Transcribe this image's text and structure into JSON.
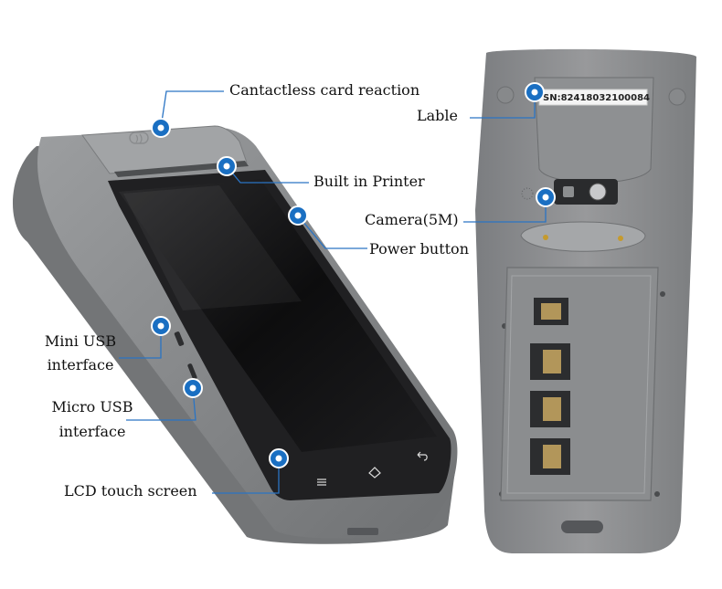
{
  "callouts": {
    "contactless": "Cantactless card reaction",
    "printer": "Built in Printer",
    "power": "Power button",
    "mini_usb_line1": "Mini USB",
    "mini_usb_line2": "interface",
    "micro_usb_line1": "Micro USB",
    "micro_usb_line2": "interface",
    "lcd": "LCD touch screen",
    "label": "Lable",
    "camera": "Camera(5M)"
  },
  "serial_sticker": "SN:82418032100084",
  "colors": {
    "marker": "#1a6fc2",
    "line": "#2a74c4",
    "device_body": "#8d8f91",
    "screen": "#1a1a1a"
  },
  "icons": {
    "menu": "menu-icon",
    "home": "home-icon",
    "back": "back-icon",
    "nfc": "nfc-icon"
  }
}
